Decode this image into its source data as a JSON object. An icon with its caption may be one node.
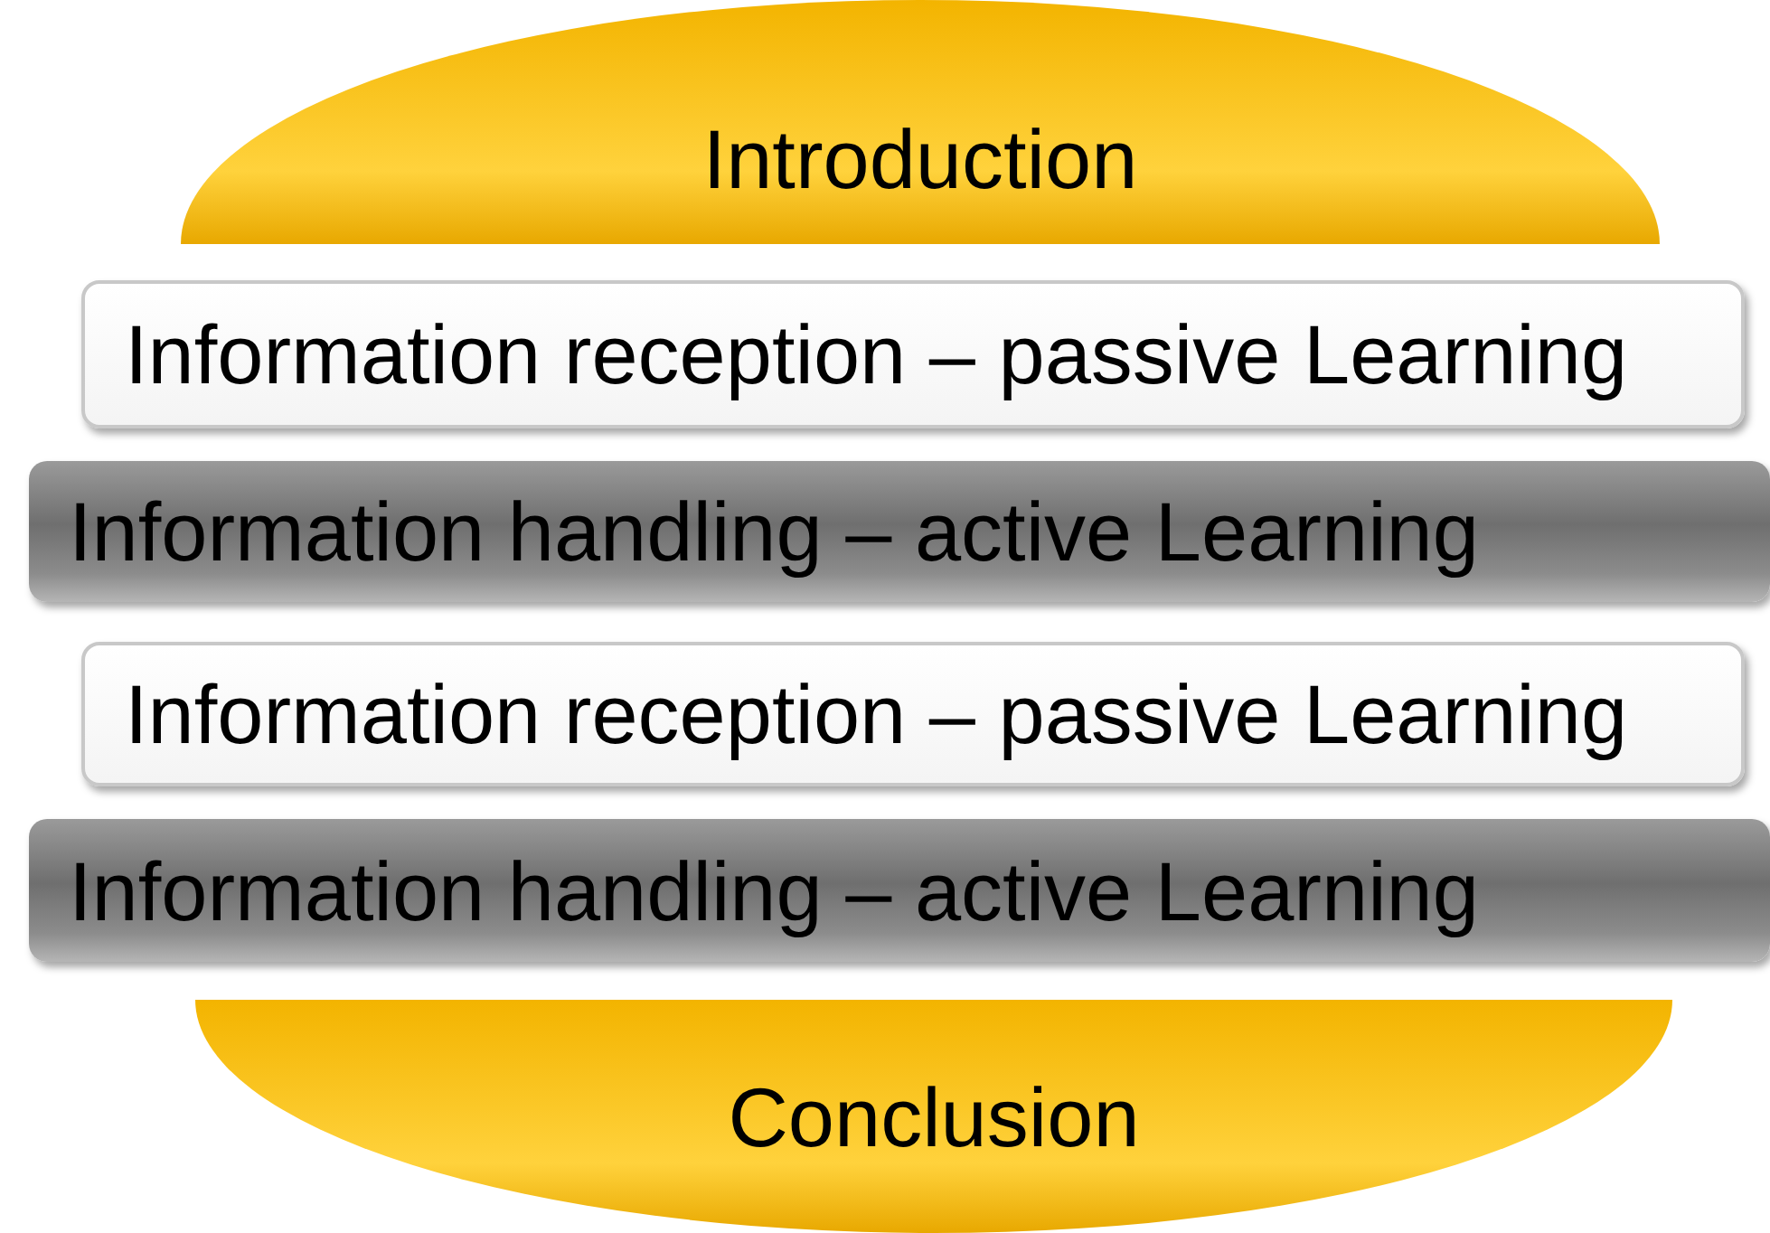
{
  "diagram": {
    "nodes": [
      {
        "text": [
          "Introduction"
        ]
      },
      {
        "text": [
          "Information reception – passive Learning"
        ]
      },
      {
        "text": [
          "Information handling – active Learning"
        ]
      },
      {
        "text": [
          "Information reception – passive Learning"
        ]
      },
      {
        "text": [
          "Information handling – active Learning"
        ]
      },
      {
        "text": [
          "Conclusion"
        ]
      }
    ]
  }
}
